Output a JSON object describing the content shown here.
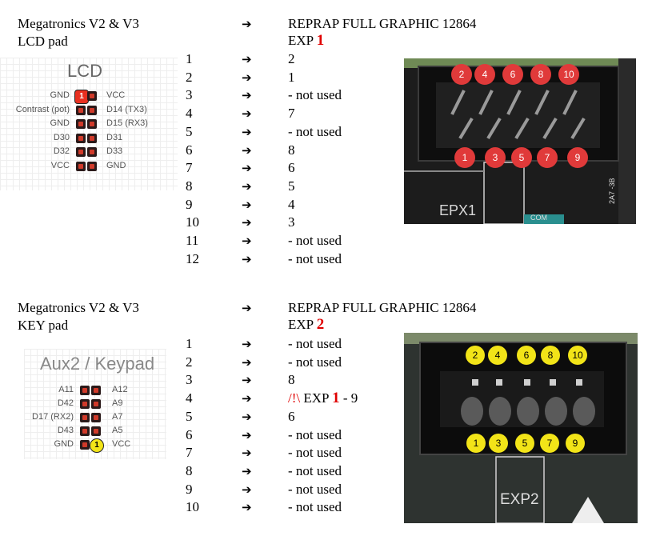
{
  "top": {
    "left_title_1": "Megatronics V2 & V3",
    "left_title_2": "LCD pad",
    "right_title": "REPRAP FULL GRAPHIC 12864",
    "exp_label": "EXP",
    "exp_num": "1",
    "diagram_title": "LCD",
    "pins_left": [
      "GND",
      "Contrast (pot)",
      "GND",
      "D30",
      "D32",
      "VCC"
    ],
    "pins_right": [
      "VCC",
      "D14 (TX3)",
      "D15 (RX3)",
      "D31",
      "D33",
      "GND"
    ],
    "pin1_marker": "1",
    "rows": [
      {
        "n": "1",
        "v": "2"
      },
      {
        "n": "2",
        "v": "1"
      },
      {
        "n": "3",
        "v": "- not used"
      },
      {
        "n": "4",
        "v": "7"
      },
      {
        "n": "5",
        "v": "- not used"
      },
      {
        "n": "6",
        "v": "8"
      },
      {
        "n": "7",
        "v": "6"
      },
      {
        "n": "8",
        "v": "5"
      },
      {
        "n": "9",
        "v": "4"
      },
      {
        "n": "10",
        "v": "3"
      },
      {
        "n": "11",
        "v": "- not used"
      },
      {
        "n": "12",
        "v": "- not used"
      }
    ],
    "photo": {
      "top_pins": [
        "2",
        "4",
        "6",
        "8",
        "10"
      ],
      "bottom_pins": [
        "1",
        "3",
        "5",
        "7",
        "9"
      ],
      "silk": "EPX1",
      "side_silk": "2A7 -3B",
      "corner_silk": "COM",
      "pin_color": "#e03a3a"
    }
  },
  "bottom": {
    "left_title_1": "Megatronics V2 & V3",
    "left_title_2": "KEY pad",
    "right_title": "REPRAP FULL GRAPHIC 12864",
    "exp_label": "EXP",
    "exp_num": "2",
    "diagram_title": "Aux2 / Keypad",
    "pins_left": [
      "A11",
      "D42",
      "D17 (RX2)",
      "D43",
      "GND"
    ],
    "pins_right": [
      "A12",
      "A9",
      "A7",
      "A5",
      "VCC"
    ],
    "pin1_marker": "1",
    "rows": [
      {
        "n": "1",
        "v": "- not used"
      },
      {
        "n": "2",
        "v": "- not used"
      },
      {
        "n": "3",
        "v": "8"
      },
      {
        "n": "4",
        "v": ""
      },
      {
        "n": "5",
        "v": "6"
      },
      {
        "n": "6",
        "v": "- not used"
      },
      {
        "n": "7",
        "v": "- not used"
      },
      {
        "n": "8",
        "v": "- not used"
      },
      {
        "n": "9",
        "v": "- not used"
      },
      {
        "n": "10",
        "v": "- not used"
      }
    ],
    "row4_warning": "/!\\",
    "row4_exp": "EXP",
    "row4_exp_num": "1",
    "row4_tail": "- 9",
    "photo": {
      "top_pins": [
        "2",
        "4",
        "6",
        "8",
        "10"
      ],
      "bottom_pins": [
        "1",
        "3",
        "5",
        "7",
        "9"
      ],
      "silk": "EXP2",
      "pin_color": "#f2e418"
    }
  },
  "arrow_glyph": "➔"
}
